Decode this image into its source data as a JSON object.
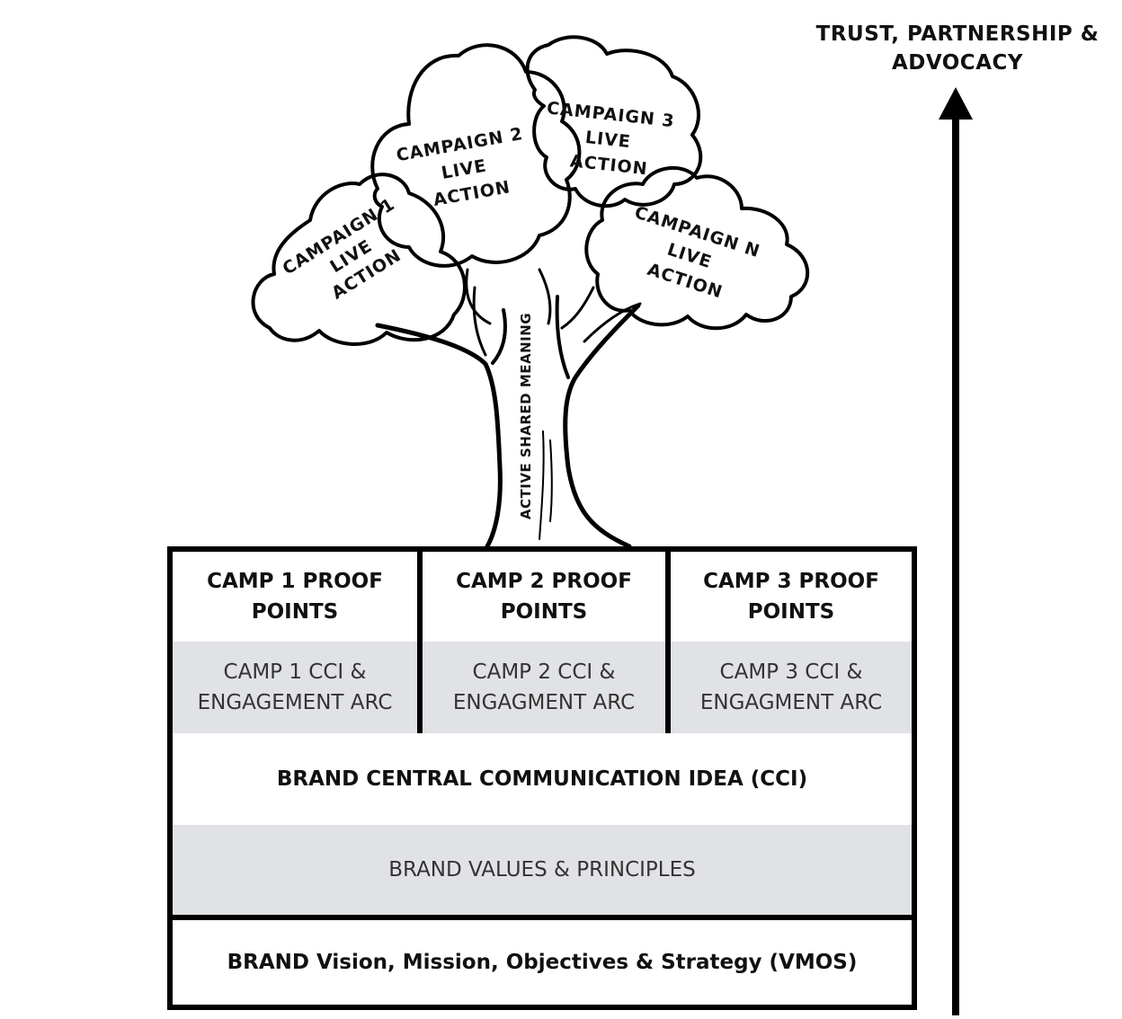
{
  "tree": {
    "trunk_label": "ACTIVE SHARED MEANING",
    "campaigns": [
      {
        "lines": [
          "CAMPAIGN 1",
          "LIVE",
          "ACTION"
        ]
      },
      {
        "lines": [
          "CAMPAIGN 2",
          "LIVE",
          "ACTION"
        ]
      },
      {
        "lines": [
          "CAMPAIGN 3",
          "LIVE",
          "ACTION"
        ]
      },
      {
        "lines": [
          "CAMPAIGN N",
          "LIVE",
          "ACTION"
        ]
      }
    ]
  },
  "arrow": {
    "label_line1": "TRUST, PARTNERSHIP &",
    "label_line2": "ADVOCACY"
  },
  "base": {
    "proof_points": [
      {
        "line1": "CAMP 1 PROOF",
        "line2": "POINTS"
      },
      {
        "line1": "CAMP 2 PROOF",
        "line2": "POINTS"
      },
      {
        "line1": "CAMP 3 PROOF",
        "line2": "POINTS"
      }
    ],
    "cci_arcs": [
      {
        "line1": "CAMP 1 CCI &",
        "line2": "ENGAGEMENT ARC"
      },
      {
        "line1": "CAMP 2 CCI &",
        "line2": "ENGAGMENT ARC"
      },
      {
        "line1": "CAMP 3 CCI &",
        "line2": "ENGAGMENT ARC"
      }
    ],
    "brand_cci": "BRAND CENTRAL COMMUNICATION IDEA (CCI)",
    "brand_values": "BRAND VALUES & PRINCIPLES",
    "vmos": "BRAND Vision, Mission, Objectives & Strategy (VMOS)"
  },
  "colors": {
    "line": "#000000",
    "shade": "#e1e2e5",
    "background": "#ffffff"
  }
}
